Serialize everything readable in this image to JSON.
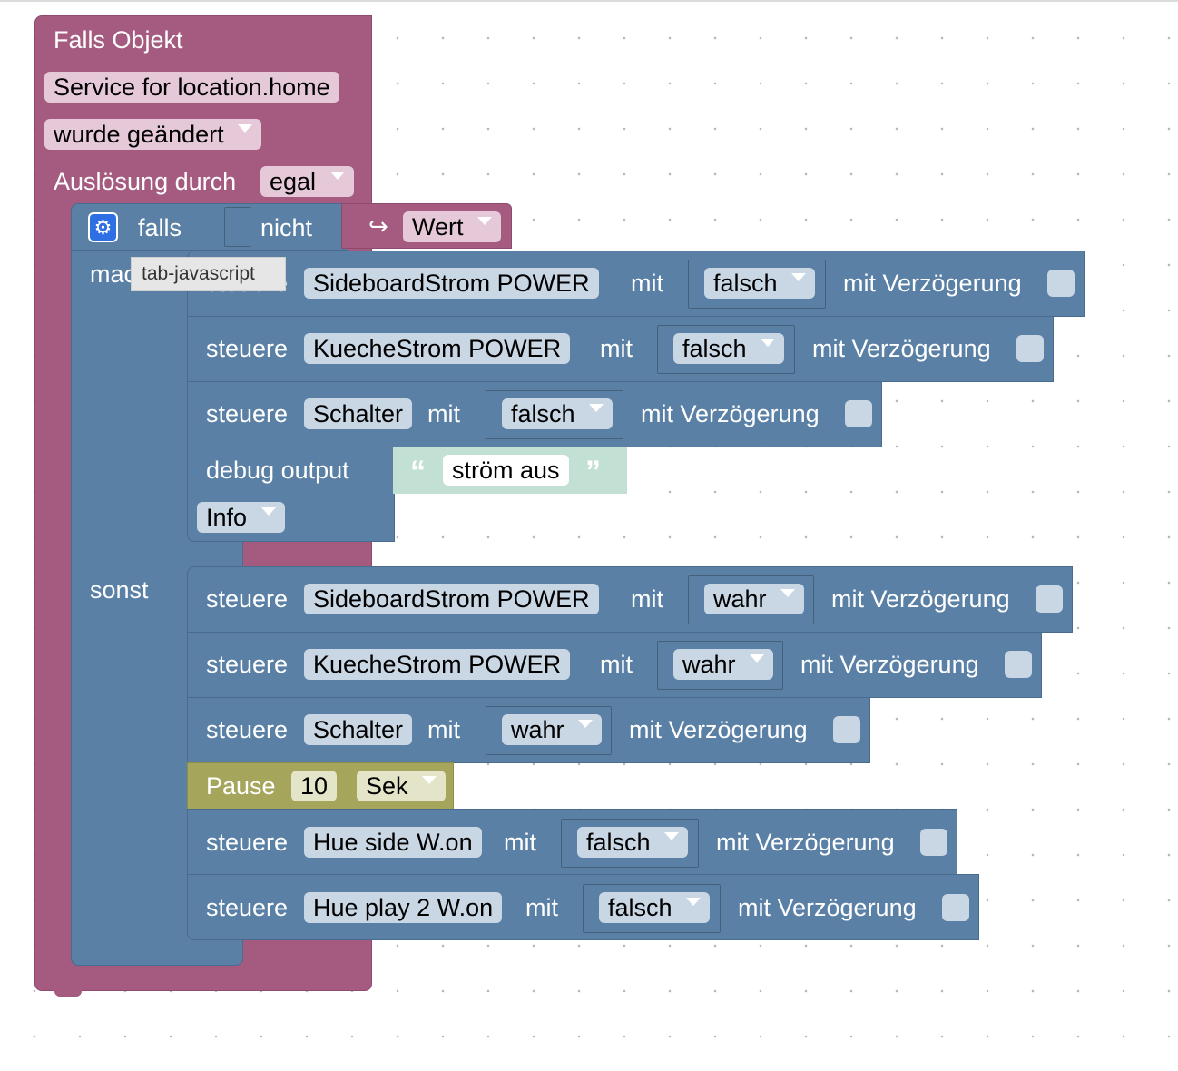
{
  "trigger": {
    "title": "Falls Objekt",
    "object": "Service for location.home",
    "condition": "wurde geändert",
    "trigger_label": "Auslösung durch",
    "trigger_value": "egal"
  },
  "if_block": {
    "falls": "falls",
    "nicht": "nicht",
    "wert": "Wert",
    "mache": "mac",
    "sonst": "sonst"
  },
  "tooltip": "tab-javascript",
  "colors": {
    "event": "#a55b80",
    "action": "#5b80a5",
    "timer": "#a5a55b",
    "text": "#c3e0d4"
  },
  "then_steps": [
    {
      "kw": "steuere",
      "target": "SideboardStrom POWER",
      "mit": "mit",
      "value": "falsch",
      "delay": "mit Verzögerung"
    },
    {
      "kw": "steuere",
      "target": "KuecheStrom POWER",
      "mit": "mit",
      "value": "falsch",
      "delay": "mit Verzögerung"
    },
    {
      "kw": "steuere",
      "target": "Schalter",
      "mit": "mit",
      "value": "falsch",
      "delay": "mit Verzögerung"
    }
  ],
  "debug": {
    "label": "debug output",
    "text": "ström aus",
    "level": "Info"
  },
  "else_steps": [
    {
      "kw": "steuere",
      "target": "SideboardStrom POWER",
      "mit": "mit",
      "value": "wahr",
      "delay": "mit Verzögerung"
    },
    {
      "kw": "steuere",
      "target": "KuecheStrom POWER",
      "mit": "mit",
      "value": "wahr",
      "delay": "mit Verzögerung"
    },
    {
      "kw": "steuere",
      "target": "Schalter",
      "mit": "mit",
      "value": "wahr",
      "delay": "mit Verzögerung"
    }
  ],
  "pause": {
    "label": "Pause",
    "value": "10",
    "unit": "Sek"
  },
  "after_steps": [
    {
      "kw": "steuere",
      "target": "Hue side W.on",
      "mit": "mit",
      "value": "falsch",
      "delay": "mit Verzögerung"
    },
    {
      "kw": "steuere",
      "target": "Hue play 2 W.on",
      "mit": "mit",
      "value": "falsch",
      "delay": "mit Verzögerung"
    }
  ]
}
